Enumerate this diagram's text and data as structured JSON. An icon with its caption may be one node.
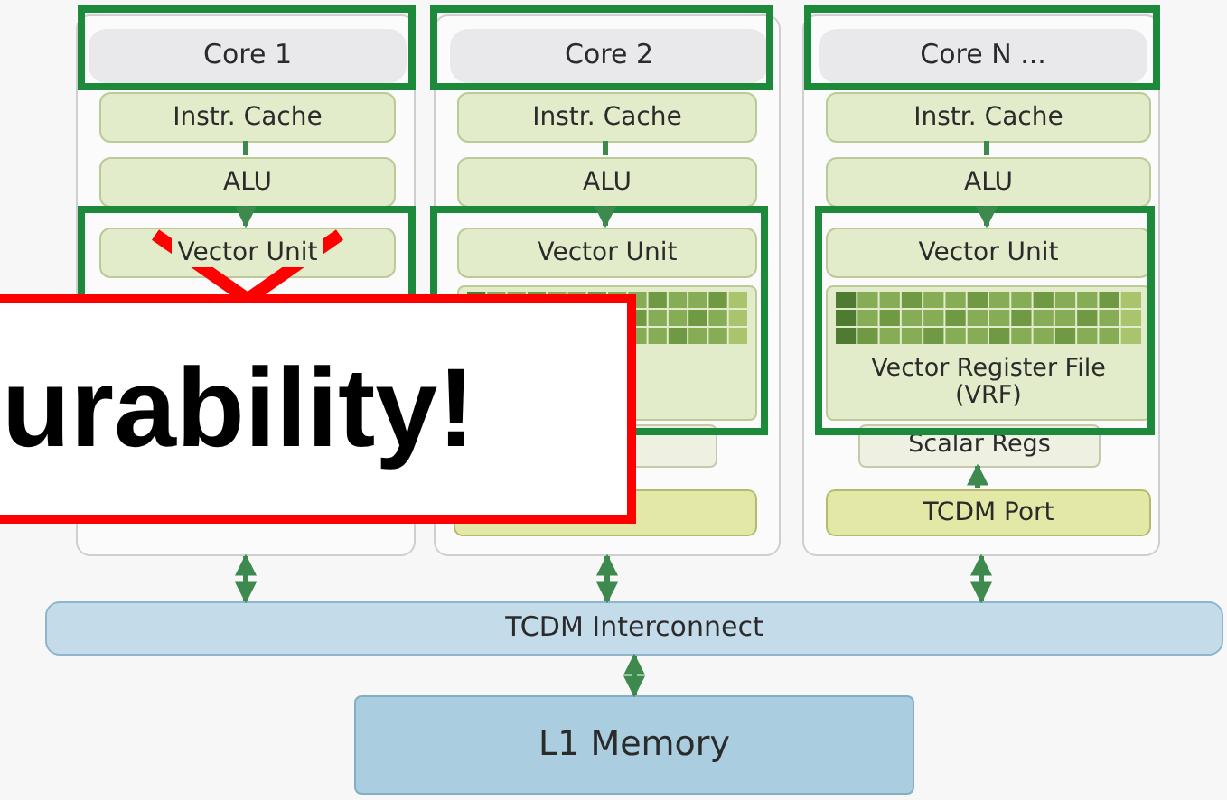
{
  "diagram": {
    "nodes": [
      {
        "text": [],
        "shape": "box"
      },
      {
        "text": [
          "Core 1"
        ],
        "in": 0
      },
      {
        "text": [
          "Instr. Cache"
        ],
        "in": 0
      },
      {
        "text": [
          "ALU"
        ],
        "in": 0
      },
      {
        "text": [
          "Vector Unit"
        ],
        "in": 0
      },
      {
        "text": [],
        "shape": "box"
      },
      {
        "text": [
          "Core 2"
        ],
        "in": 5
      },
      {
        "text": [
          "Instr. Cache"
        ],
        "in": 5
      },
      {
        "text": [
          "ALU"
        ],
        "in": 5
      },
      {
        "text": [
          "Vector Unit"
        ],
        "in": 5
      },
      {
        "text": [],
        "shape": "box",
        "in": 5
      },
      {
        "text": [],
        "shape": "box",
        "in": 5
      },
      {
        "text": [],
        "shape": "box",
        "in": 5
      },
      {
        "text": [],
        "shape": "box"
      },
      {
        "text": [
          "Core N ..."
        ],
        "in": 13
      },
      {
        "text": [
          "Instr. Cache"
        ],
        "in": 13
      },
      {
        "text": [
          "ALU"
        ],
        "in": 13
      },
      {
        "text": [
          "Vector Unit"
        ],
        "in": 13
      },
      {
        "text": [
          "Vector Register File (VRF)"
        ],
        "in": 13
      },
      {
        "text": [
          "Scalar Regs"
        ],
        "in": 13
      },
      {
        "text": [
          "TCDM Port"
        ],
        "in": 13
      },
      {
        "text": [
          "urability!"
        ]
      },
      {
        "text": [
          "TCDM Interconnect"
        ]
      },
      {
        "text": [
          "L1 Memory"
        ]
      }
    ],
    "edges": [
      {
        "from": 2,
        "to": 3,
        "arrow": "none"
      },
      {
        "from": 3,
        "to": 4,
        "arrow": "to"
      },
      {
        "from": 7,
        "to": 8,
        "arrow": "none"
      },
      {
        "from": 8,
        "to": 9,
        "arrow": "to"
      },
      {
        "from": 15,
        "to": 16,
        "arrow": "none"
      },
      {
        "from": 16,
        "to": 17,
        "arrow": "to"
      },
      {
        "from": 20,
        "to": 19,
        "arrow": "to"
      },
      {
        "from": 0,
        "to": 22,
        "arrow": "both"
      },
      {
        "from": 5,
        "to": 22,
        "arrow": "both"
      },
      {
        "from": 13,
        "to": 22,
        "arrow": "both"
      },
      {
        "from": 22,
        "to": 23,
        "arrow": "both"
      }
    ]
  }
}
